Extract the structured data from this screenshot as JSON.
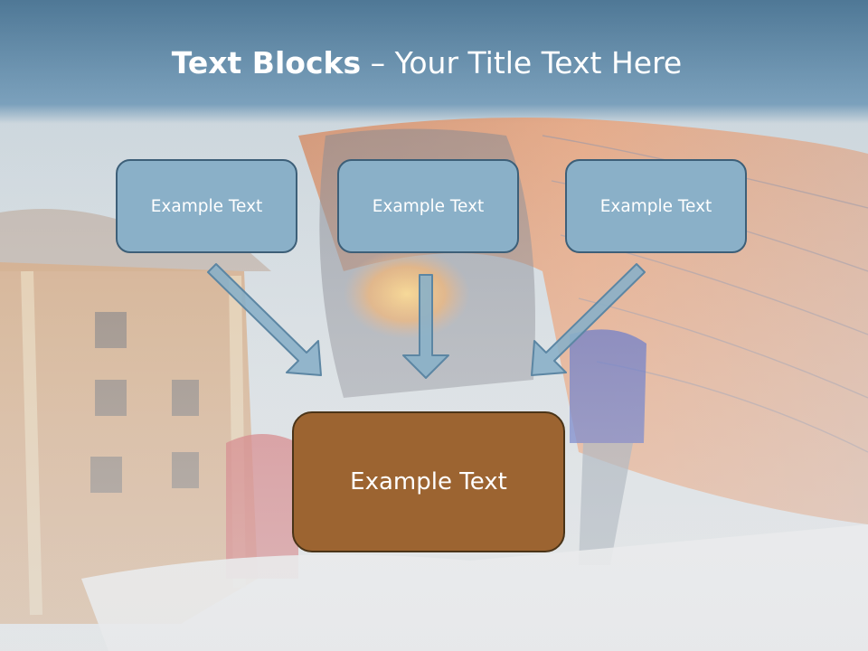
{
  "slide": {
    "title_bold": "Text Blocks",
    "title_dash": " – ",
    "title_rest": "Your Title Text Here"
  },
  "boxes": {
    "left": "Example Text",
    "center": "Example Text",
    "right": "Example Text",
    "bottom": "Example Text"
  },
  "colors": {
    "header_band": "#5f8aa9",
    "box_fill": "#8ab0c8",
    "box_border": "#3d5f78",
    "bottom_box_fill": "#9c6431",
    "arrow_fill": "#8ab0c8"
  }
}
